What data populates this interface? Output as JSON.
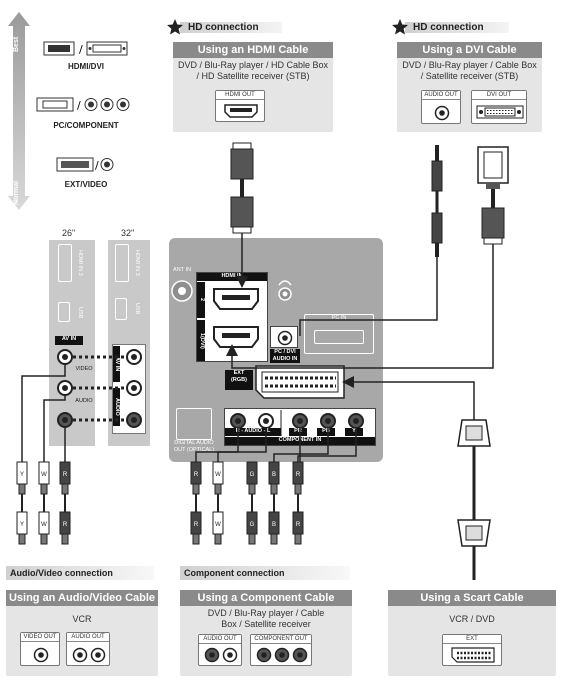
{
  "legend": {
    "best_label": "Best",
    "normal_label": "Normal",
    "items": [
      {
        "label": "HDMI/DVI"
      },
      {
        "label": "PC/COMPONENT"
      },
      {
        "label": "EXT/VIDEO"
      }
    ]
  },
  "hd_tags": [
    {
      "label": "HD connection"
    },
    {
      "label": "HD connection"
    }
  ],
  "hdmi_box": {
    "title": "Using an HDMI Cable",
    "desc_line1": "DVD / Blu-Ray player / HD Cable Box",
    "desc_line2": "/ HD Satellite receiver (STB)",
    "port_label": "HDMI OUT"
  },
  "dvi_box": {
    "title": "Using a DVI Cable",
    "desc_line1": "DVD / Blu-Ray player / Cable Box",
    "desc_line2": "/ Satellite receiver (STB)",
    "audio_port": "AUDIO OUT",
    "dvi_port": "DVI OUT"
  },
  "side_panels": {
    "size_a": "26\"",
    "size_b": "32\"",
    "hdmi_label": "HDMI IN 3",
    "usb_label": "USB",
    "av_in_label": "AV IN",
    "video_label": "VIDEO",
    "audio_label": "AUDIO",
    "audio_l": "L",
    "audio_r": "R"
  },
  "tv_panel": {
    "ant_in": "ANT IN",
    "hdmi_in": "HDMI IN",
    "port_2": "2",
    "port_1": "1(DVI)",
    "pc_dvi_audio": "PC / DVI AUDIO IN",
    "pc_in": "PC IN",
    "ext_rgb": "EXT (RGB)",
    "audio_l_r": "R - AUDIO - L",
    "component_in": "COMPONENT IN",
    "pr": "PR",
    "pb": "PB",
    "y": "Y",
    "digital_audio": "DIGITAL AUDIO OUT (OPTICAL)"
  },
  "sections": {
    "av_connection": "Audio/Video connection",
    "component_connection": "Component connection"
  },
  "av_box": {
    "title": "Using an Audio/Video Cable",
    "desc": "VCR",
    "video_port": "VIDEO OUT",
    "audio_port": "AUDIO OUT"
  },
  "component_box": {
    "title": "Using a Component Cable",
    "desc_line1": "DVD / Blu-Ray player / Cable",
    "desc_line2": "Box / Satellite receiver",
    "audio_port": "AUDIO OUT",
    "component_port": "COMPONENT OUT"
  },
  "scart_box": {
    "title": "Using a Scart Cable",
    "desc": "VCR / DVD",
    "ext_port": "EXT"
  },
  "plug_letters": {
    "y": "Y",
    "w": "W",
    "r": "R",
    "g": "G",
    "b": "B"
  }
}
